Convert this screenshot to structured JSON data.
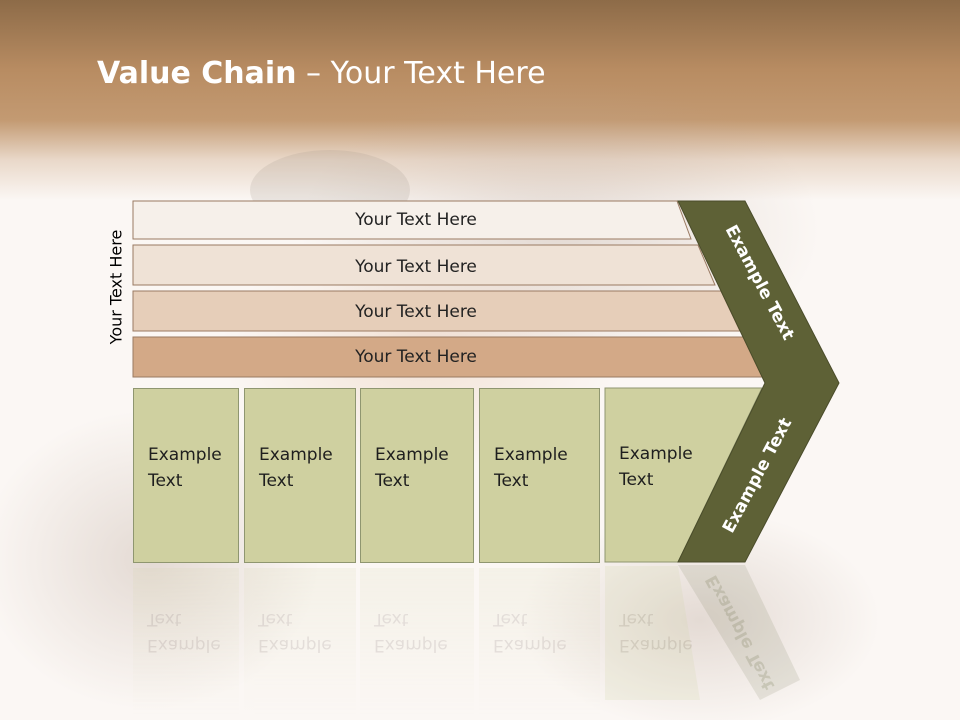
{
  "title": {
    "bold": "Value Chain",
    "rest": " – Your Text Here"
  },
  "side_label": "Your Text Here",
  "bars": [
    {
      "label": "Your Text Here"
    },
    {
      "label": "Your Text Here"
    },
    {
      "label": "Your Text Here"
    },
    {
      "label": "Your Text Here"
    }
  ],
  "boxes": [
    {
      "label": "Example\nText"
    },
    {
      "label": "Example\nText"
    },
    {
      "label": "Example\nText"
    },
    {
      "label": "Example\nText"
    },
    {
      "label": "Example\nText"
    }
  ],
  "chevron": {
    "upper": "Example Text",
    "lower": "Example Text"
  },
  "colors": {
    "bar1": "#f6f0ea",
    "bar2": "#efe2d6",
    "bar3": "#e6ceb9",
    "bar4": "#d3a987",
    "box": "#cfd0a0",
    "chevron": "#5e6136"
  }
}
